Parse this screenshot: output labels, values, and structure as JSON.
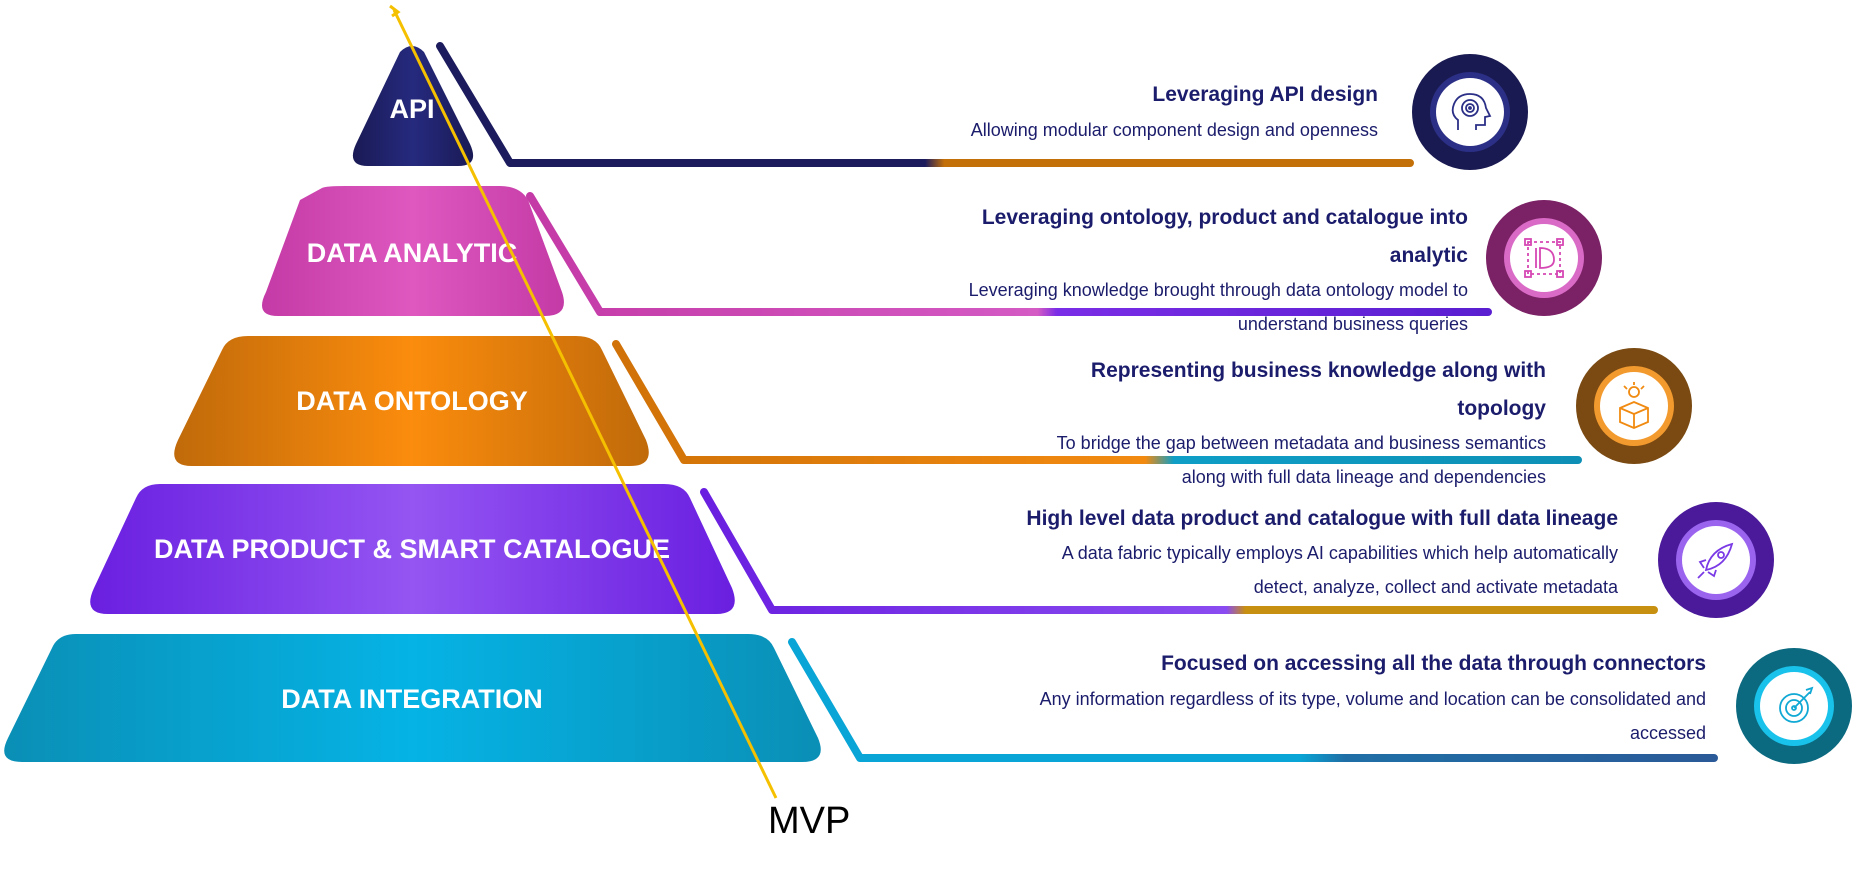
{
  "layers": [
    {
      "label": "API",
      "color": "#1c1b5e"
    },
    {
      "label": "DATA ANALYTIC",
      "color": "#d43fae"
    },
    {
      "label": "DATA ONTOLOGY",
      "color": "#e0820e"
    },
    {
      "label": "DATA PRODUCT & SMART CATALOGUE",
      "color": "#7a2de6"
    },
    {
      "label": "DATA INTEGRATION",
      "color": "#04a7d6"
    }
  ],
  "features": [
    {
      "title": "Leveraging API design",
      "description": "Allowing modular component design and openness",
      "icon": "brain-head-icon"
    },
    {
      "title": "Leveraging ontology, product and catalogue into analytic",
      "description": "Leveraging knowledge brought through data ontology model to understand business queries",
      "icon": "design-tool-icon"
    },
    {
      "title": "Representing business knowledge along with topology",
      "description": "To bridge the gap between metadata and business semantics along with full data lineage and dependencies",
      "icon": "idea-box-icon"
    },
    {
      "title": "High level data product and catalogue with full data lineage",
      "description": "A data fabric typically employs AI capabilities which help automatically detect, analyze, collect and activate metadata",
      "icon": "rocket-icon"
    },
    {
      "title": "Focused on accessing all the data through connectors",
      "description": "Any information regardless of its type, volume and location can be consolidated and accessed",
      "icon": "target-icon"
    }
  ],
  "mvp_label": "MVP",
  "colors": {
    "navy": "#1c1b5e",
    "text": "#1b1c6b",
    "mvp_line": "#f5c000"
  }
}
